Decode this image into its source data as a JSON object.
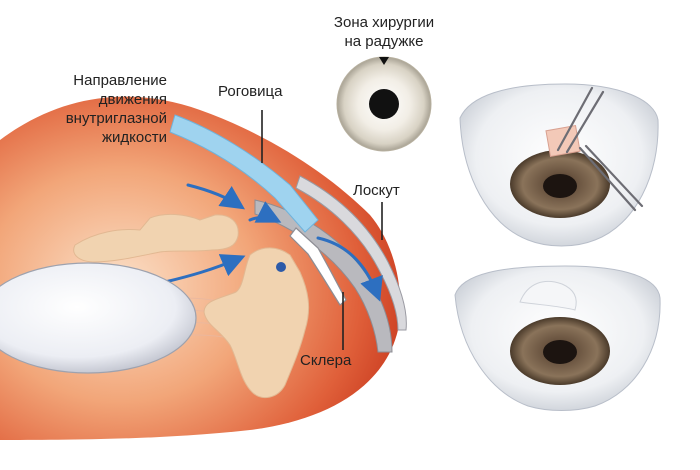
{
  "labels": {
    "flow_direction": [
      "Направление",
      "движения",
      "внутриглазной",
      "жидкости"
    ],
    "cornea": "Роговица",
    "iris_surgery_zone": [
      "Зона хирургии",
      "на радужке"
    ],
    "flap": "Лоскут",
    "sclera": "Склера"
  },
  "colors": {
    "tissue_red": "#d94a2a",
    "tissue_orange": "#f0a070",
    "iris_beige": "#f1d3b0",
    "cornea_blue": "#9fd3ef",
    "flow_arrow": "#2d6fc0",
    "sclera_gray": "#a7a7ad",
    "pupil_brown": "#6d5a45"
  },
  "icons": [
    "eye-front-icon",
    "forceps-icon",
    "arrow-down-icon"
  ]
}
